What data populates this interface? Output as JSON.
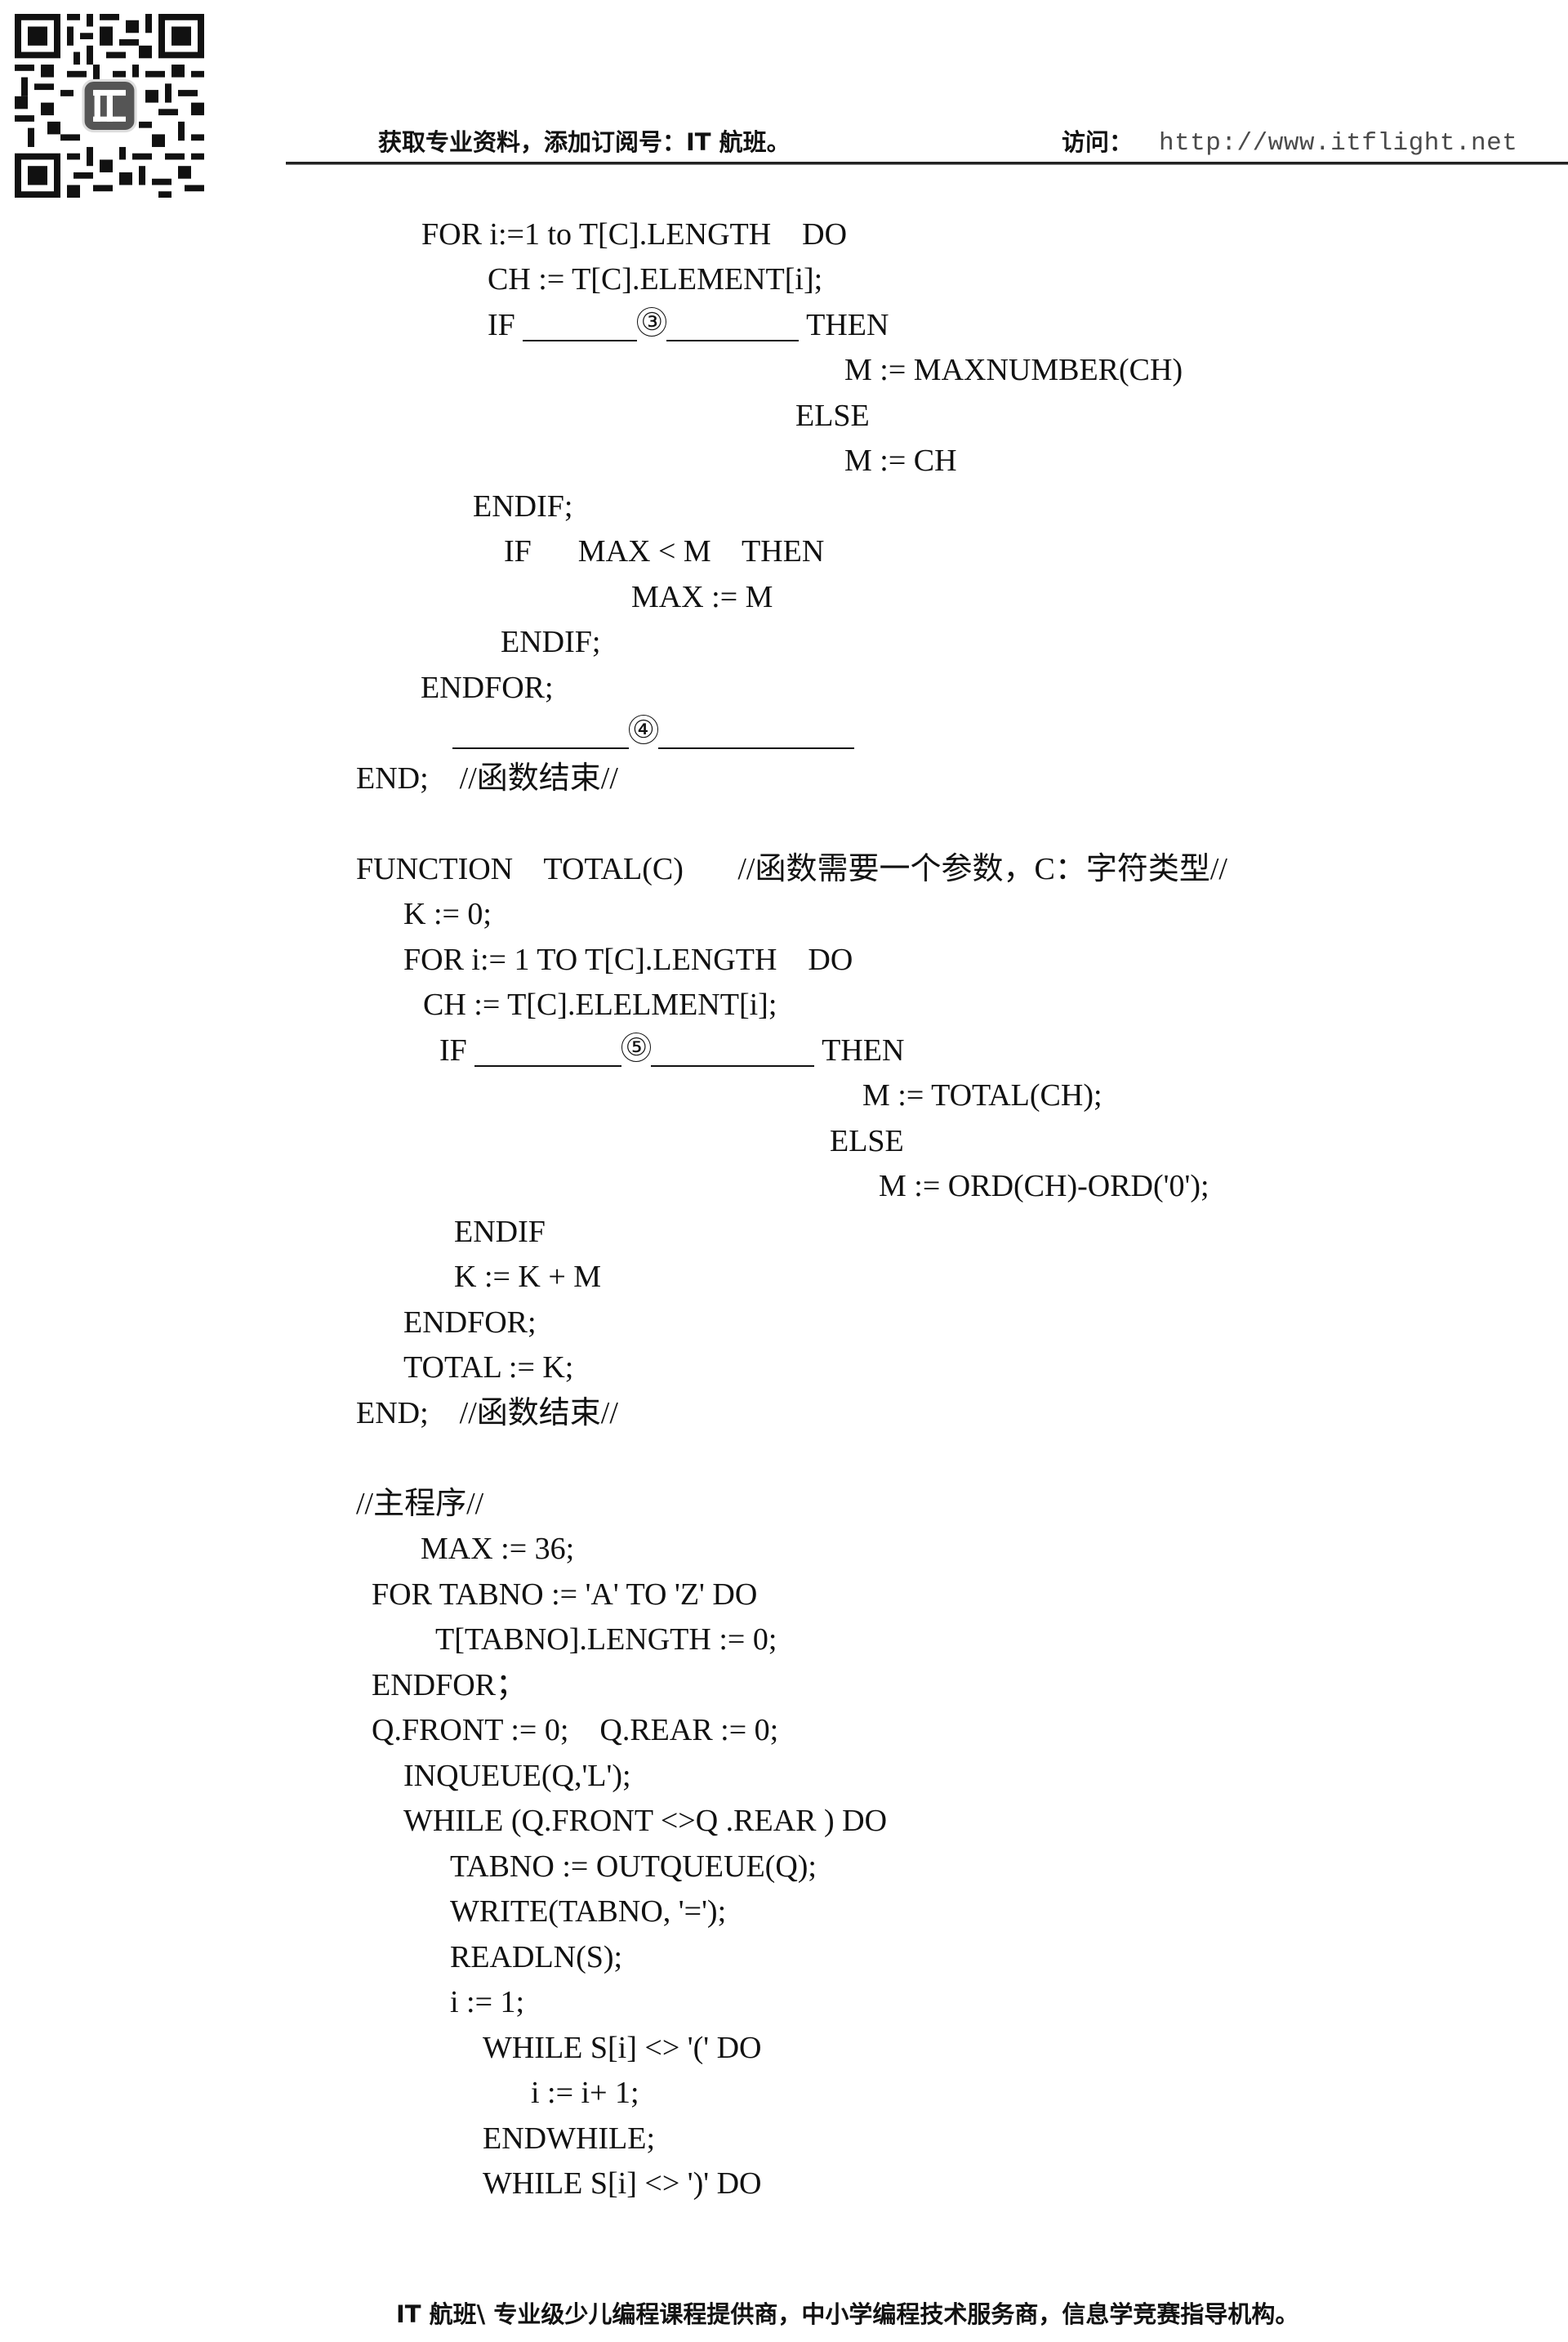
{
  "header": {
    "left_text": "获取专业资料，添加订阅号：IT 航班。",
    "visit_label": "访问：",
    "url": "http://www.itflight.net",
    "qr_logo_text": "IT"
  },
  "code": {
    "lines": [
      {
        "text": "FOR i:=1 to T[C].LENGTH    DO"
      },
      {
        "text": "CH := T[C].ELEMENT[i];"
      },
      {
        "pre": "IF ",
        "marker": "③",
        "post": " THEN"
      },
      {
        "text": "M := MAXNUMBER(CH)"
      },
      {
        "text": "ELSE"
      },
      {
        "text": "M := CH"
      },
      {
        "text": "ENDIF;"
      },
      {
        "text": "IF      MAX < M    THEN"
      },
      {
        "text": "MAX := M"
      },
      {
        "text": "ENDIF;"
      },
      {
        "text": "ENDFOR;"
      },
      {
        "marker": "④"
      },
      {
        "text": "END;    //函数结束//"
      },
      {
        "text": ""
      },
      {
        "text": "FUNCTION    TOTAL(C)       //函数需要一个参数，C：字符类型//"
      },
      {
        "text": "K := 0;"
      },
      {
        "text": "FOR i:= 1 TO T[C].LENGTH    DO"
      },
      {
        "text": "CH := T[C].ELELMENT[i];"
      },
      {
        "pre": "IF ",
        "marker": "⑤",
        "post": " THEN"
      },
      {
        "text": "M := TOTAL(CH);"
      },
      {
        "text": "ELSE"
      },
      {
        "text": "M := ORD(CH)-ORD('0');"
      },
      {
        "text": "ENDIF"
      },
      {
        "text": "K := K + M"
      },
      {
        "text": "ENDFOR;"
      },
      {
        "text": "TOTAL := K;"
      },
      {
        "text": "END;    //函数结束//"
      },
      {
        "text": ""
      },
      {
        "text": "//主程序//"
      },
      {
        "text": "MAX := 36;"
      },
      {
        "text": "FOR TABNO := 'A' TO 'Z' DO"
      },
      {
        "text": "T[TABNO].LENGTH := 0;"
      },
      {
        "text": "ENDFOR；"
      },
      {
        "text": "Q.FRONT := 0;    Q.REAR := 0;"
      },
      {
        "text": "INQUEUE(Q,'L');"
      },
      {
        "text": "WHILE (Q.FRONT <>Q .REAR ) DO"
      },
      {
        "text": "TABNO := OUTQUEUE(Q);"
      },
      {
        "text": "WRITE(TABNO, '=');"
      },
      {
        "text": "READLN(S);"
      },
      {
        "text": "i := 1;"
      },
      {
        "text": "WHILE S[i] <> '(' DO"
      },
      {
        "text": "i := i+ 1;"
      },
      {
        "text": "ENDWHILE;"
      },
      {
        "text": "WHILE S[i] <> ')' DO"
      }
    ]
  },
  "footer": {
    "text": "IT 航班\\ 专业级少儿编程课程提供商，中小学编程技术服务商，信息学竞赛指导机构。"
  }
}
